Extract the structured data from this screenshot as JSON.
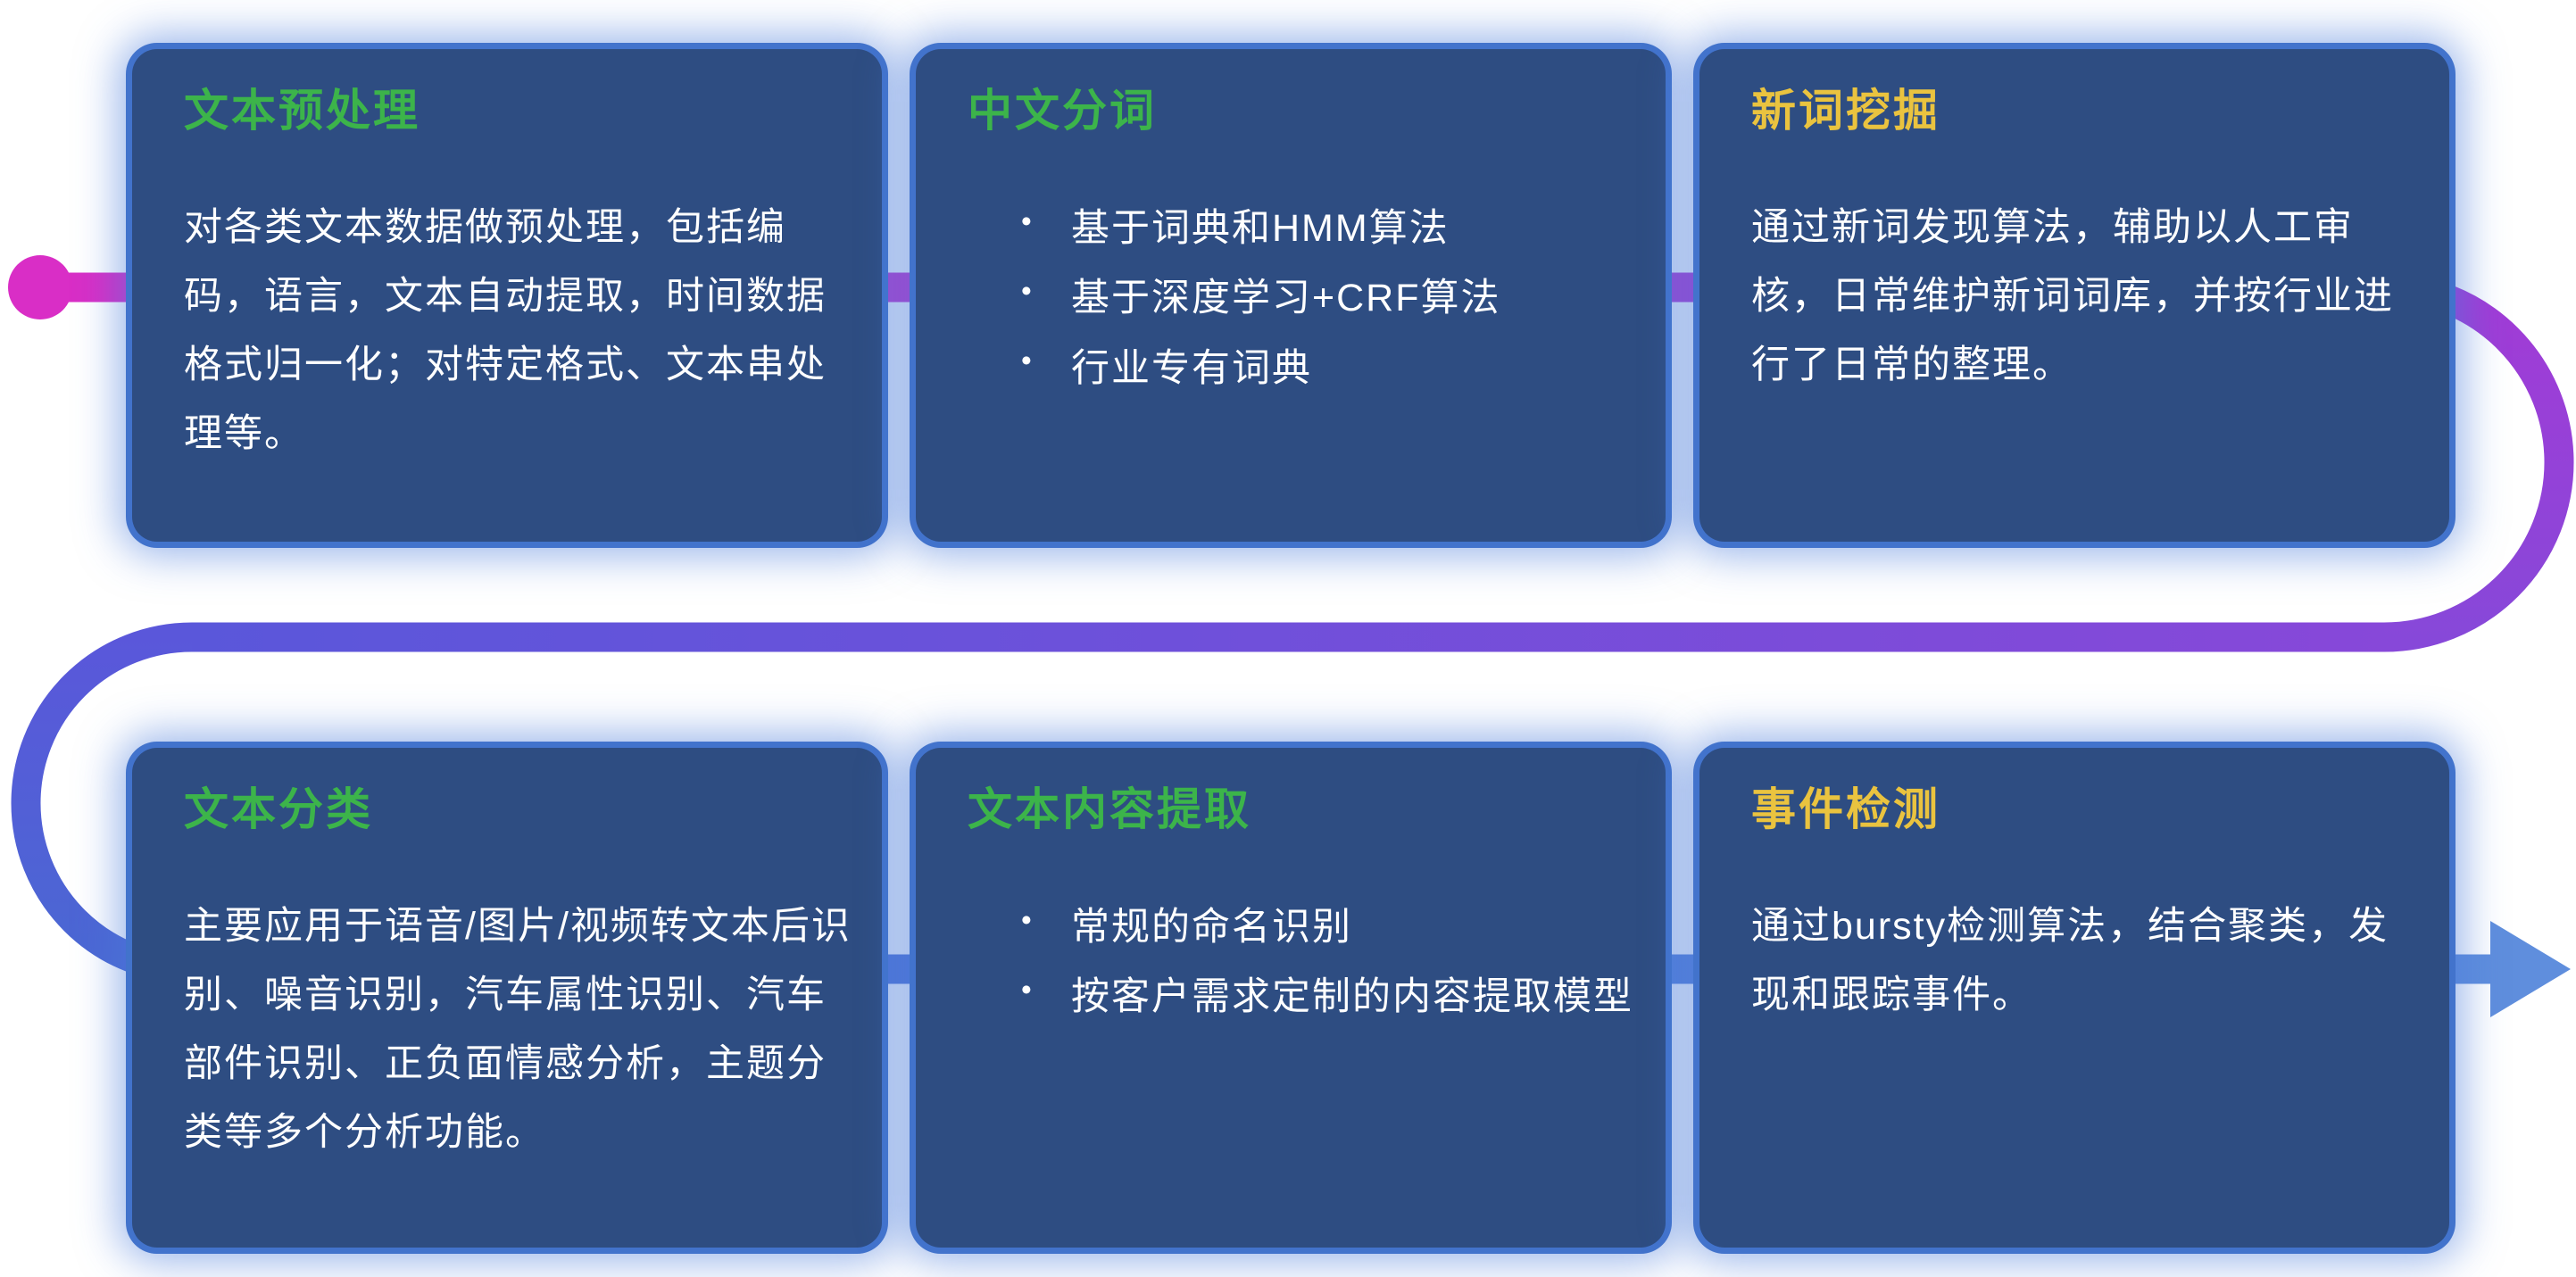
{
  "page": {
    "background": "#ffffff"
  },
  "connector": {
    "colors": {
      "magenta": "#d92ec6",
      "purple_light": "#a23bd6",
      "purple": "#8748d9",
      "violet_blue": "#5a57da",
      "blue": "#4a68d3",
      "light_blue": "#5f8edd"
    }
  },
  "card_style": {
    "background": "#2e4d82",
    "border": "#4273cc",
    "green_title": "#3cb44a",
    "yellow_title": "#eac33f"
  },
  "cards": [
    {
      "id": "text-preprocessing",
      "title": "文本预处理",
      "title_color": "#3cb44a",
      "body": "对各类文本数据做预处理，包括编码，语言，文本自动提取，时间数据格式归一化；对特定格式、文本串处理等。",
      "bullets": []
    },
    {
      "id": "chinese-word-segmentation",
      "title": "中文分词",
      "title_color": "#3cb44a",
      "body": "",
      "bullets": [
        "基于词典和HMM算法",
        "基于深度学习+CRF算法",
        "行业专有词典"
      ]
    },
    {
      "id": "new-word-mining",
      "title": "新词挖掘",
      "title_color": "#eac33f",
      "body": "通过新词发现算法，辅助以人工审核，日常维护新词词库，并按行业进行了日常的整理。",
      "bullets": []
    },
    {
      "id": "text-classification",
      "title": "文本分类",
      "title_color": "#3cb44a",
      "body": "主要应用于语音/图片/视频转文本后识别、噪音识别，汽车属性识别、汽车部件识别、正负面情感分析，主题分类等多个分析功能。",
      "bullets": []
    },
    {
      "id": "text-content-extraction",
      "title": "文本内容提取",
      "title_color": "#3cb44a",
      "body": "",
      "bullets": [
        "常规的命名识别",
        "按客户需求定制的内容提取模型"
      ]
    },
    {
      "id": "event-detection",
      "title": "事件检测",
      "title_color": "#eac33f",
      "body": "通过bursty检测算法，结合聚类，发现和跟踪事件。",
      "bullets": []
    }
  ]
}
